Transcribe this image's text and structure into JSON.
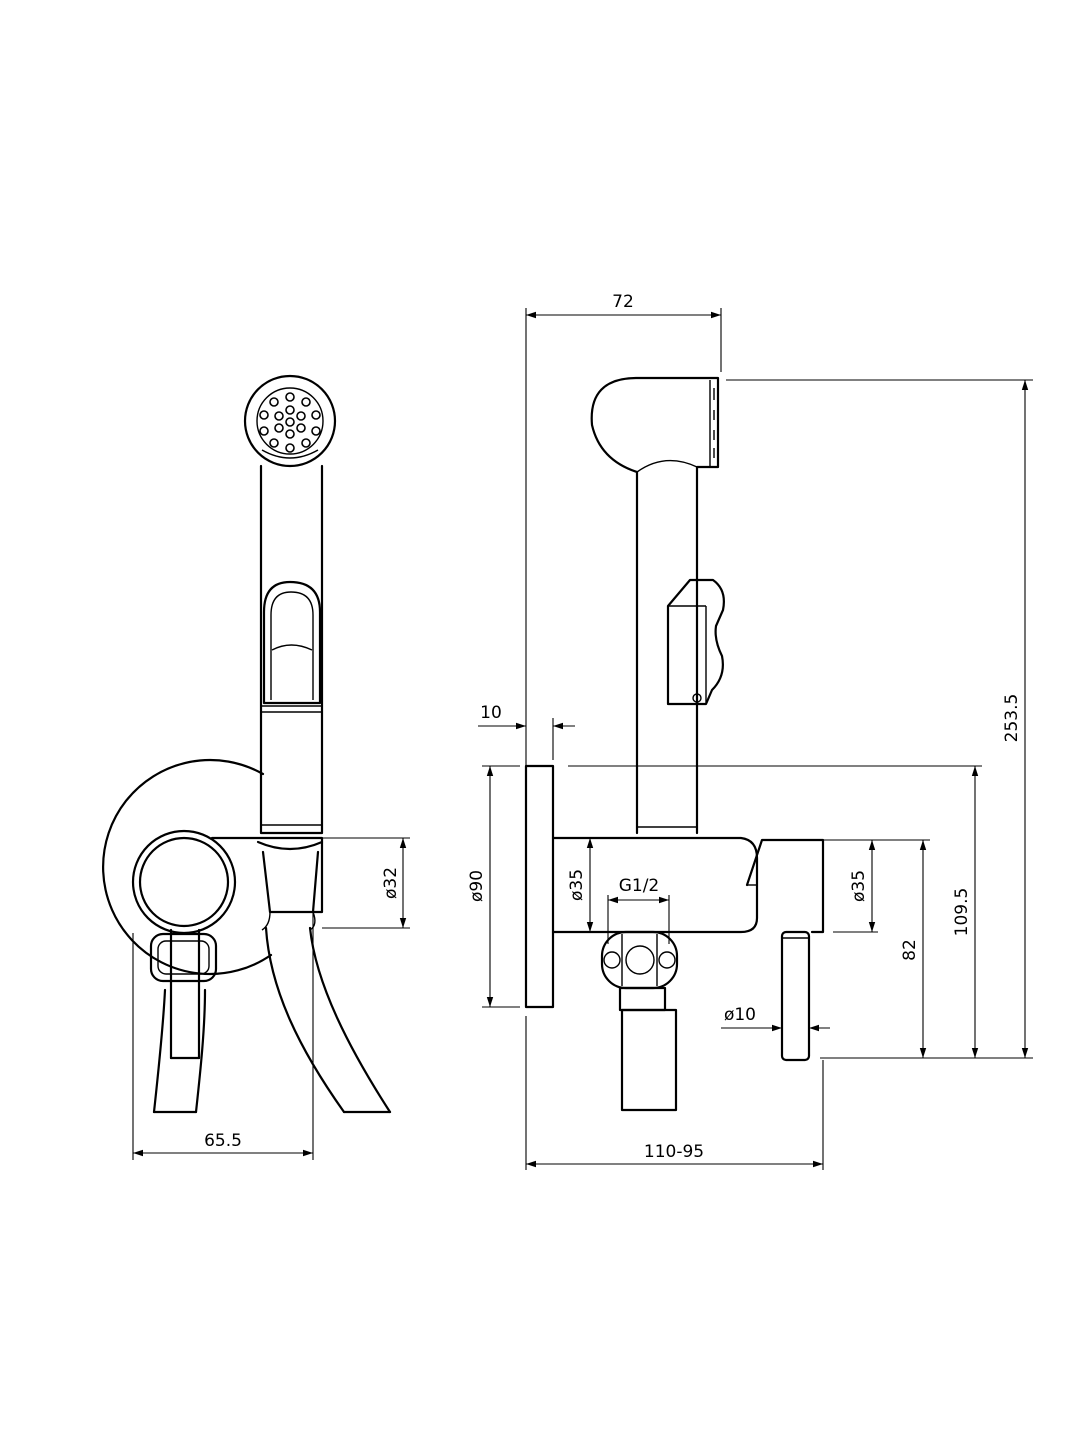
{
  "colors": {
    "line": "#000000",
    "background": "#ffffff"
  },
  "front_view": {
    "width_label": "65.5",
    "holder_diameter_label": "ø32"
  },
  "side_view": {
    "head_width_label": "72",
    "plate_thickness_label": "10",
    "plate_diameter_label": "ø90",
    "body_diameter_label": "ø35",
    "thread_label": "G1/2",
    "valve_diameter_label": "ø35",
    "valve_to_bottom_label": "82",
    "plate_top_to_bottom_label": "109.5",
    "total_height_label": "253.5",
    "handle_diameter_label": "ø10",
    "projection_range_label": "110-95"
  }
}
